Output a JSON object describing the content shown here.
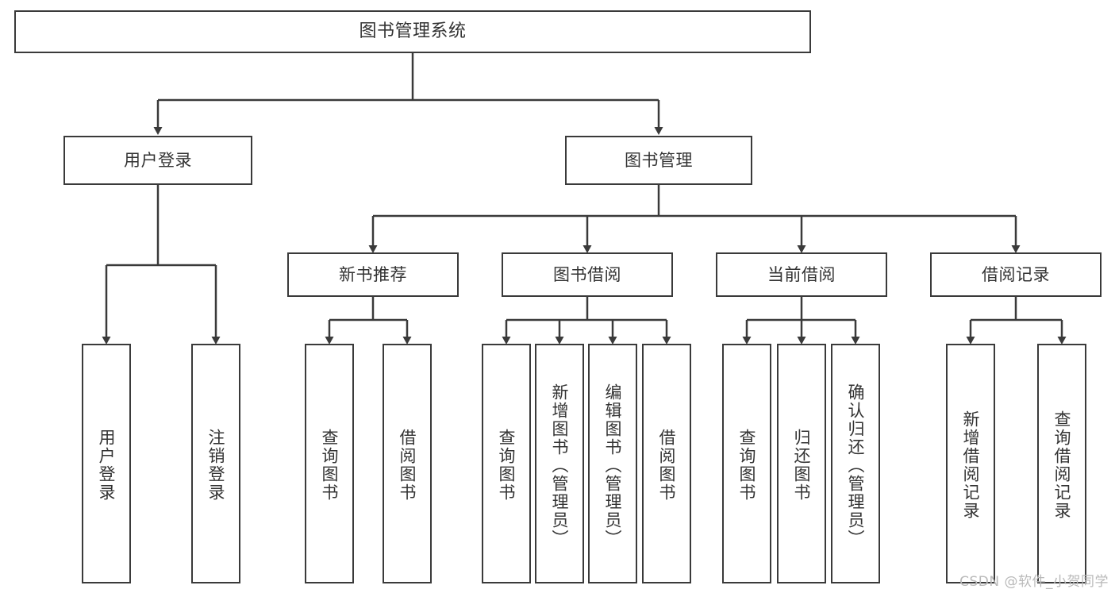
{
  "diagram": {
    "title": "图书管理系统",
    "type": "hierarchy-tree",
    "colors": {
      "box_border": "#3a3a3a",
      "box_fill": "#ffffff",
      "connector": "#3a3a3a",
      "text": "#333333",
      "watermark": "#b9b9b9",
      "background": "#ffffff"
    },
    "root": {
      "label": "图书管理系统"
    },
    "level2": [
      {
        "label": "用户登录"
      },
      {
        "label": "图书管理"
      }
    ],
    "level3": [
      {
        "label": "新书推荐"
      },
      {
        "label": "图书借阅"
      },
      {
        "label": "当前借阅"
      },
      {
        "label": "借阅记录"
      }
    ],
    "leaves": {
      "user_login": [
        {
          "label": "用户登录"
        },
        {
          "label": "注销登录"
        }
      ],
      "new_book_recommend": [
        {
          "label": "查询图书"
        },
        {
          "label": "借阅图书"
        }
      ],
      "book_borrow": [
        {
          "label": "查询图书"
        },
        {
          "label": "新增图书（管理员）"
        },
        {
          "label": "编辑图书（管理员）"
        },
        {
          "label": "借阅图书"
        }
      ],
      "current_borrow": [
        {
          "label": "查询图书"
        },
        {
          "label": "归还图书"
        },
        {
          "label": "确认归还（管理员）"
        }
      ],
      "borrow_record": [
        {
          "label": "新增借阅记录"
        },
        {
          "label": "查询借阅记录"
        }
      ]
    }
  },
  "watermark": {
    "text": "CSDN @软件_小贺同学"
  }
}
